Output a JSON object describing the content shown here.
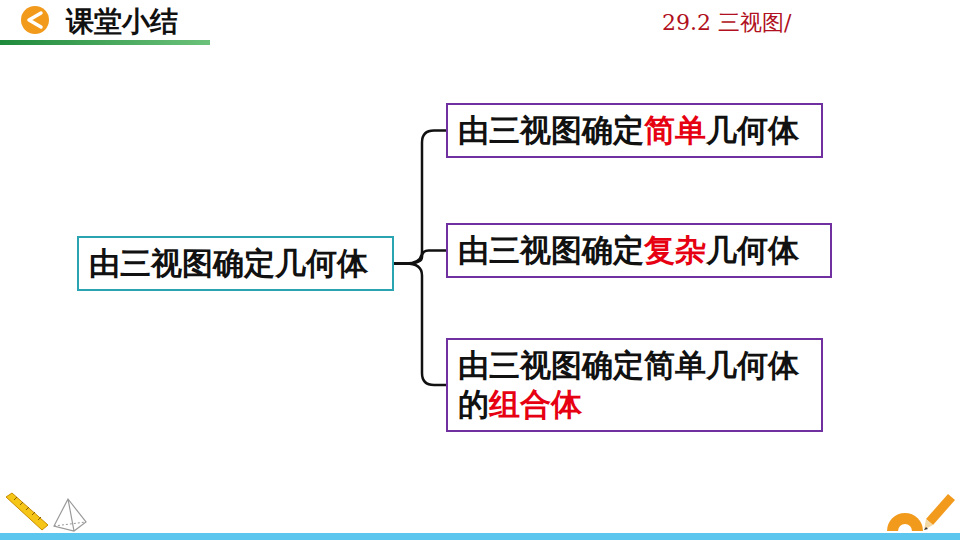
{
  "diagram": {
    "title": "课堂小结",
    "nodes": [
      {
        "text": [
          "由三视图确定几何体"
        ]
      },
      {
        "text": [
          "由三视图确定简单几何体"
        ]
      },
      {
        "text": [
          "由三视图确定复杂几何体"
        ]
      },
      {
        "text": [
          "由三视图确定简单几何体的组合体"
        ]
      }
    ],
    "edges": [
      {
        "from": 0,
        "to": 1,
        "arrow": "none"
      },
      {
        "from": 0,
        "to": 2,
        "arrow": "none"
      },
      {
        "from": 0,
        "to": 3,
        "arrow": "none"
      }
    ],
    "labels": [
      "29.2 三视图/"
    ]
  }
}
